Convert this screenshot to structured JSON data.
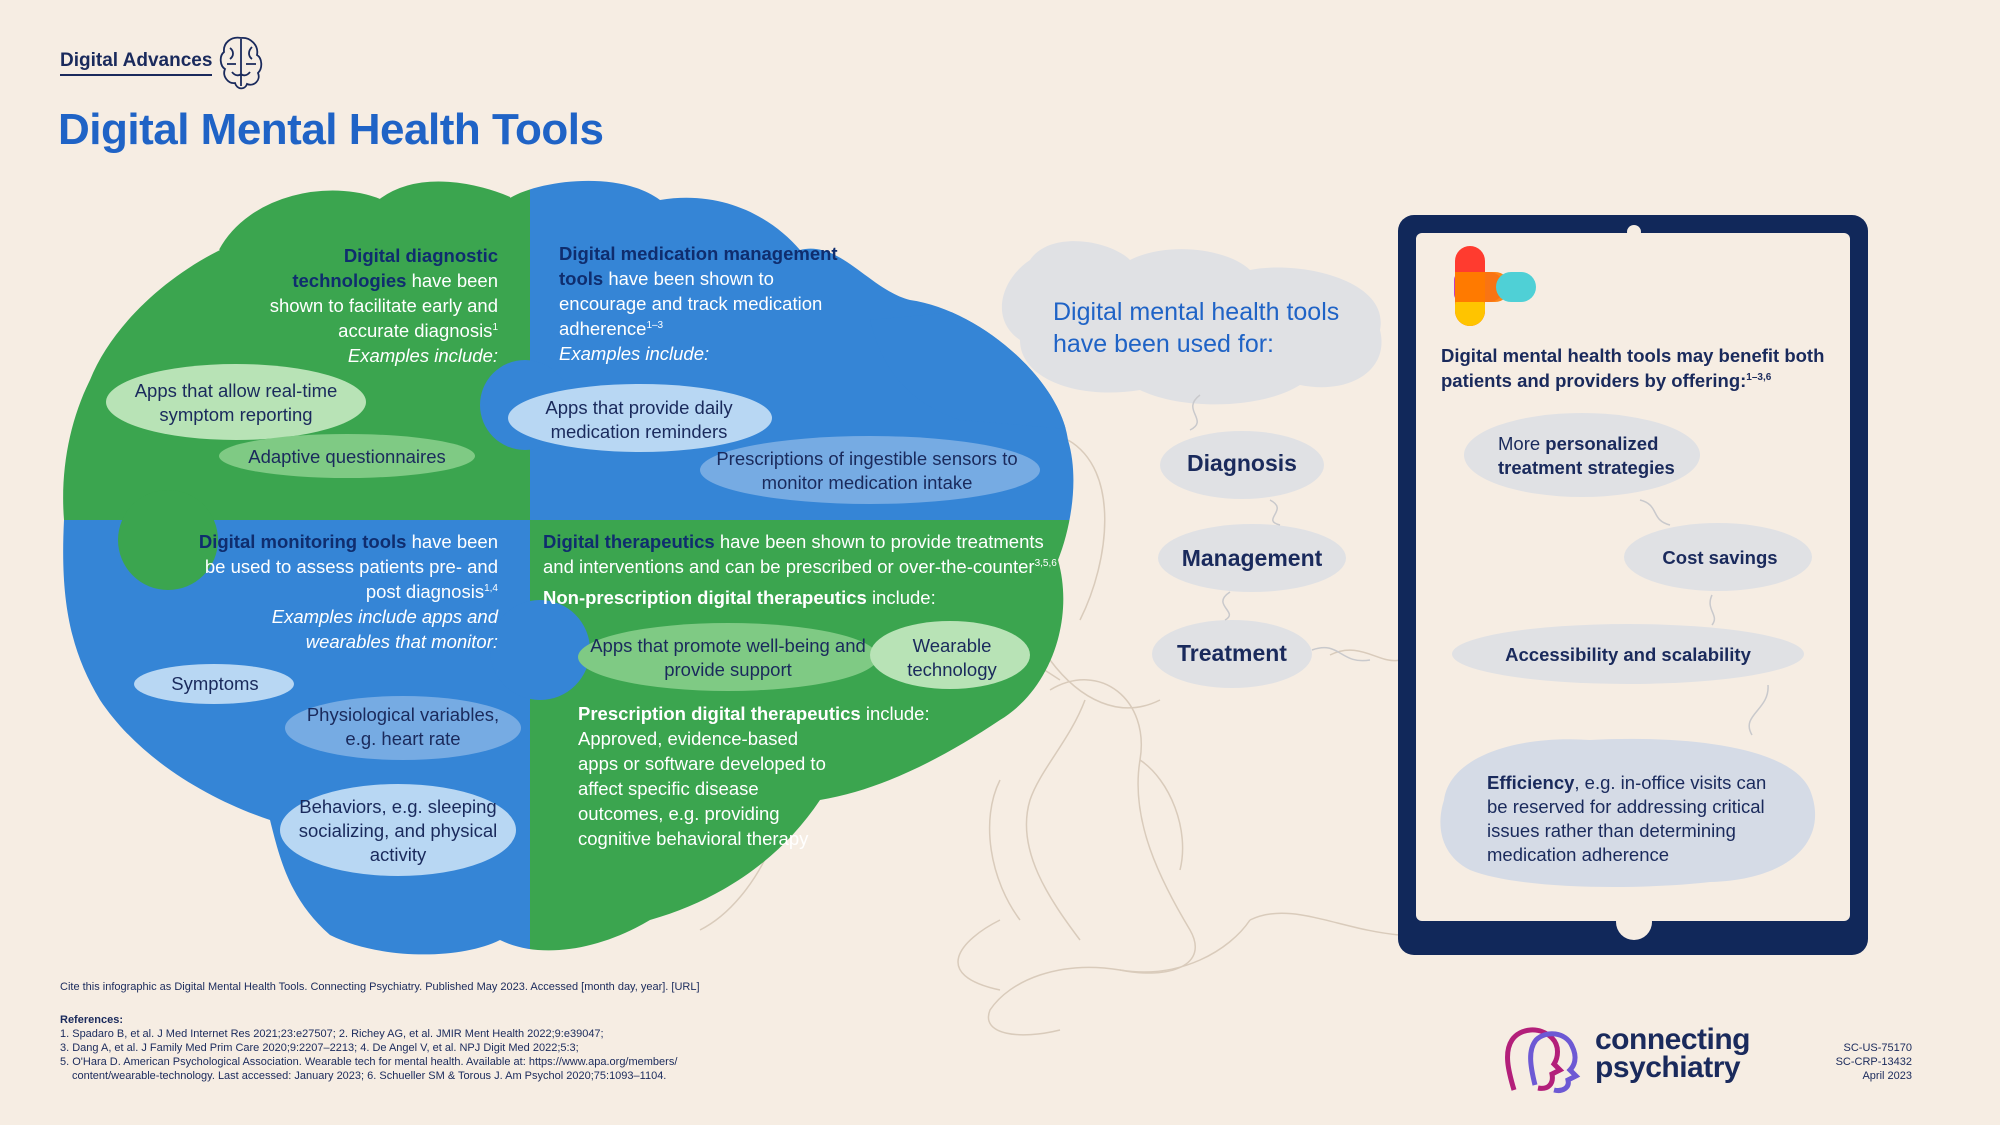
{
  "series_tag": "Digital Advances",
  "title": "Digital Mental Health Tools",
  "colors": {
    "green": "#3ba54f",
    "blue": "#3585d6",
    "navy": "#11285a",
    "title_blue": "#1f63c6",
    "background": "#f6ede3",
    "cloud_grey": "#e0e1e4"
  },
  "quadrants": {
    "diagnostic": {
      "heading": "Digital diagnostic technologies",
      "body": "have been shown to facilitate early and accurate diagnosis",
      "sup": "1",
      "examples_label": "Examples include:",
      "examples": [
        "Apps that allow real-time symptom reporting",
        "Adaptive questionnaires"
      ]
    },
    "medication": {
      "heading": "Digital medication management tools",
      "body": "have been shown to encourage and track medication adherence",
      "sup": "1–3",
      "examples_label": "Examples include:",
      "examples": [
        "Apps that provide daily medication reminders",
        "Prescriptions of ingestible sensors to monitor medication intake"
      ]
    },
    "monitoring": {
      "heading": "Digital monitoring tools",
      "body": "have been be used to assess patients pre- and post diagnosis",
      "sup": "1,4",
      "examples_label": "Examples include apps and wearables that monitor:",
      "examples": [
        "Symptoms",
        "Physiological variables, e.g. heart rate",
        "Behaviors, e.g. sleeping socializing, and physical activity"
      ]
    },
    "therapeutics": {
      "heading": "Digital therapeutics",
      "body": "have been shown to provide treatments and interventions and can be prescribed or over-the-counter",
      "sup": "3,5,6",
      "nonrx_heading": "Non-prescription digital therapeutics",
      "nonrx_suffix": "include:",
      "nonrx_examples": [
        "Apps that promote well-being and provide support",
        "Wearable technology"
      ],
      "rx_heading": "Prescription digital therapeutics",
      "rx_suffix": "include:",
      "rx_body": "Approved, evidence-based apps or software developed to affect specific disease outcomes, e.g. providing cognitive behavioral therapy"
    }
  },
  "used_for": {
    "heading": "Digital mental health tools have been used for:",
    "items": [
      "Diagnosis",
      "Management",
      "Treatment"
    ]
  },
  "tablet": {
    "intro": "Digital mental health tools may benefit both patients and providers by offering:",
    "intro_sup": "1–3,6",
    "benefits": [
      {
        "pre": "More ",
        "bold": "personalized treatment strategies",
        "post": ""
      },
      {
        "pre": "",
        "bold": "Cost savings",
        "post": ""
      },
      {
        "pre": "",
        "bold": "Accessibility and scalability",
        "post": ""
      },
      {
        "pre": "",
        "bold": "Efficiency",
        "post": ", e.g. in-office visits can be reserved for addressing critical issues rather than determining medication adherence"
      }
    ]
  },
  "citation": "Cite this infographic as Digital Mental Health Tools. Connecting Psychiatry. Published May 2023. Accessed [month day, year]. [URL]",
  "references_heading": "References:",
  "references": [
    "1. Spadaro B, et al. J Med Internet Res 2021;23:e27507; 2. Richey AG, et al. JMIR Ment Health 2022;9:e39047;",
    "3. Dang A, et al. J Family Med Prim Care 2020;9:2207–2213; 4. De Angel V, et al. NPJ Digit Med 2022;5:3;",
    "5. O'Hara D. American Psychological Association. Wearable tech for mental health. Available at: https://www.apa.org/members/",
    "content/wearable-technology. Last accessed: January 2023; 6. Schueller SM & Torous J. Am Psychol 2020;75:1093–1104."
  ],
  "logo": {
    "line1": "connecting",
    "line2": "psychiatry"
  },
  "codes": [
    "SC-US-75170",
    "SC-CRP-13432",
    "April 2023"
  ]
}
